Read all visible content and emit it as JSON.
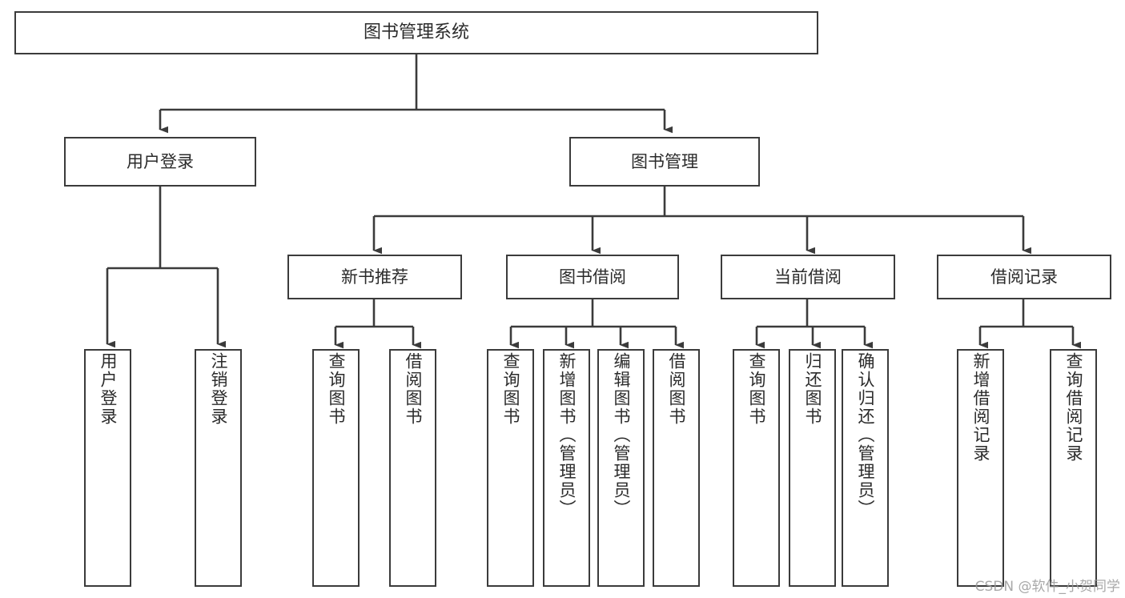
{
  "diagram": {
    "title": "图书管理系统",
    "type": "tree",
    "watermark": "CSDN @软件_小贺同学",
    "stroke_color": "#3b3b3b",
    "text_color": "#2b2b2b",
    "background_color": "#ffffff",
    "nodes": {
      "root": {
        "label": "图书管理系统",
        "level": 1,
        "orientation": "horizontal"
      },
      "user_login": {
        "label": "用户登录",
        "level": 2,
        "orientation": "horizontal"
      },
      "book_manage": {
        "label": "图书管理",
        "level": 2,
        "orientation": "horizontal"
      },
      "new_book_rec": {
        "label": "新书推荐",
        "level": 3,
        "orientation": "horizontal"
      },
      "book_borrow": {
        "label": "图书借阅",
        "level": 3,
        "orientation": "horizontal"
      },
      "current_borrow": {
        "label": "当前借阅",
        "level": 3,
        "orientation": "horizontal"
      },
      "borrow_record": {
        "label": "借阅记录",
        "level": 3,
        "orientation": "horizontal"
      },
      "leaf_user_login": {
        "label": "用户登录",
        "level": 4,
        "orientation": "vertical"
      },
      "leaf_logout": {
        "label": "注销登录",
        "level": 4,
        "orientation": "vertical"
      },
      "leaf_query_book_1": {
        "label": "查询图书",
        "level": 4,
        "orientation": "vertical"
      },
      "leaf_borrow_book_1": {
        "label": "借阅图书",
        "level": 4,
        "orientation": "vertical"
      },
      "leaf_query_book_2": {
        "label": "查询图书",
        "level": 4,
        "orientation": "vertical"
      },
      "leaf_add_book": {
        "label": "新增图书（管理员）",
        "level": 4,
        "orientation": "vertical"
      },
      "leaf_edit_book": {
        "label": "编辑图书（管理员）",
        "level": 4,
        "orientation": "vertical"
      },
      "leaf_borrow_book_2": {
        "label": "借阅图书",
        "level": 4,
        "orientation": "vertical"
      },
      "leaf_query_book_3": {
        "label": "查询图书",
        "level": 4,
        "orientation": "vertical"
      },
      "leaf_return_book": {
        "label": "归还图书",
        "level": 4,
        "orientation": "vertical"
      },
      "leaf_confirm_return": {
        "label": "确认归还（管理员）",
        "level": 4,
        "orientation": "vertical"
      },
      "leaf_add_record": {
        "label": "新增借阅记录",
        "level": 4,
        "orientation": "vertical"
      },
      "leaf_query_record": {
        "label": "查询借阅记录",
        "level": 4,
        "orientation": "vertical"
      }
    },
    "edges": [
      {
        "from": "root",
        "to": "user_login"
      },
      {
        "from": "root",
        "to": "book_manage"
      },
      {
        "from": "user_login",
        "to": "leaf_user_login"
      },
      {
        "from": "user_login",
        "to": "leaf_logout"
      },
      {
        "from": "book_manage",
        "to": "new_book_rec"
      },
      {
        "from": "book_manage",
        "to": "book_borrow"
      },
      {
        "from": "book_manage",
        "to": "current_borrow"
      },
      {
        "from": "book_manage",
        "to": "borrow_record"
      },
      {
        "from": "new_book_rec",
        "to": "leaf_query_book_1"
      },
      {
        "from": "new_book_rec",
        "to": "leaf_borrow_book_1"
      },
      {
        "from": "book_borrow",
        "to": "leaf_query_book_2"
      },
      {
        "from": "book_borrow",
        "to": "leaf_add_book"
      },
      {
        "from": "book_borrow",
        "to": "leaf_edit_book"
      },
      {
        "from": "book_borrow",
        "to": "leaf_borrow_book_2"
      },
      {
        "from": "current_borrow",
        "to": "leaf_query_book_3"
      },
      {
        "from": "current_borrow",
        "to": "leaf_return_book"
      },
      {
        "from": "current_borrow",
        "to": "leaf_confirm_return"
      },
      {
        "from": "borrow_record",
        "to": "leaf_add_record"
      },
      {
        "from": "borrow_record",
        "to": "leaf_query_record"
      }
    ]
  }
}
